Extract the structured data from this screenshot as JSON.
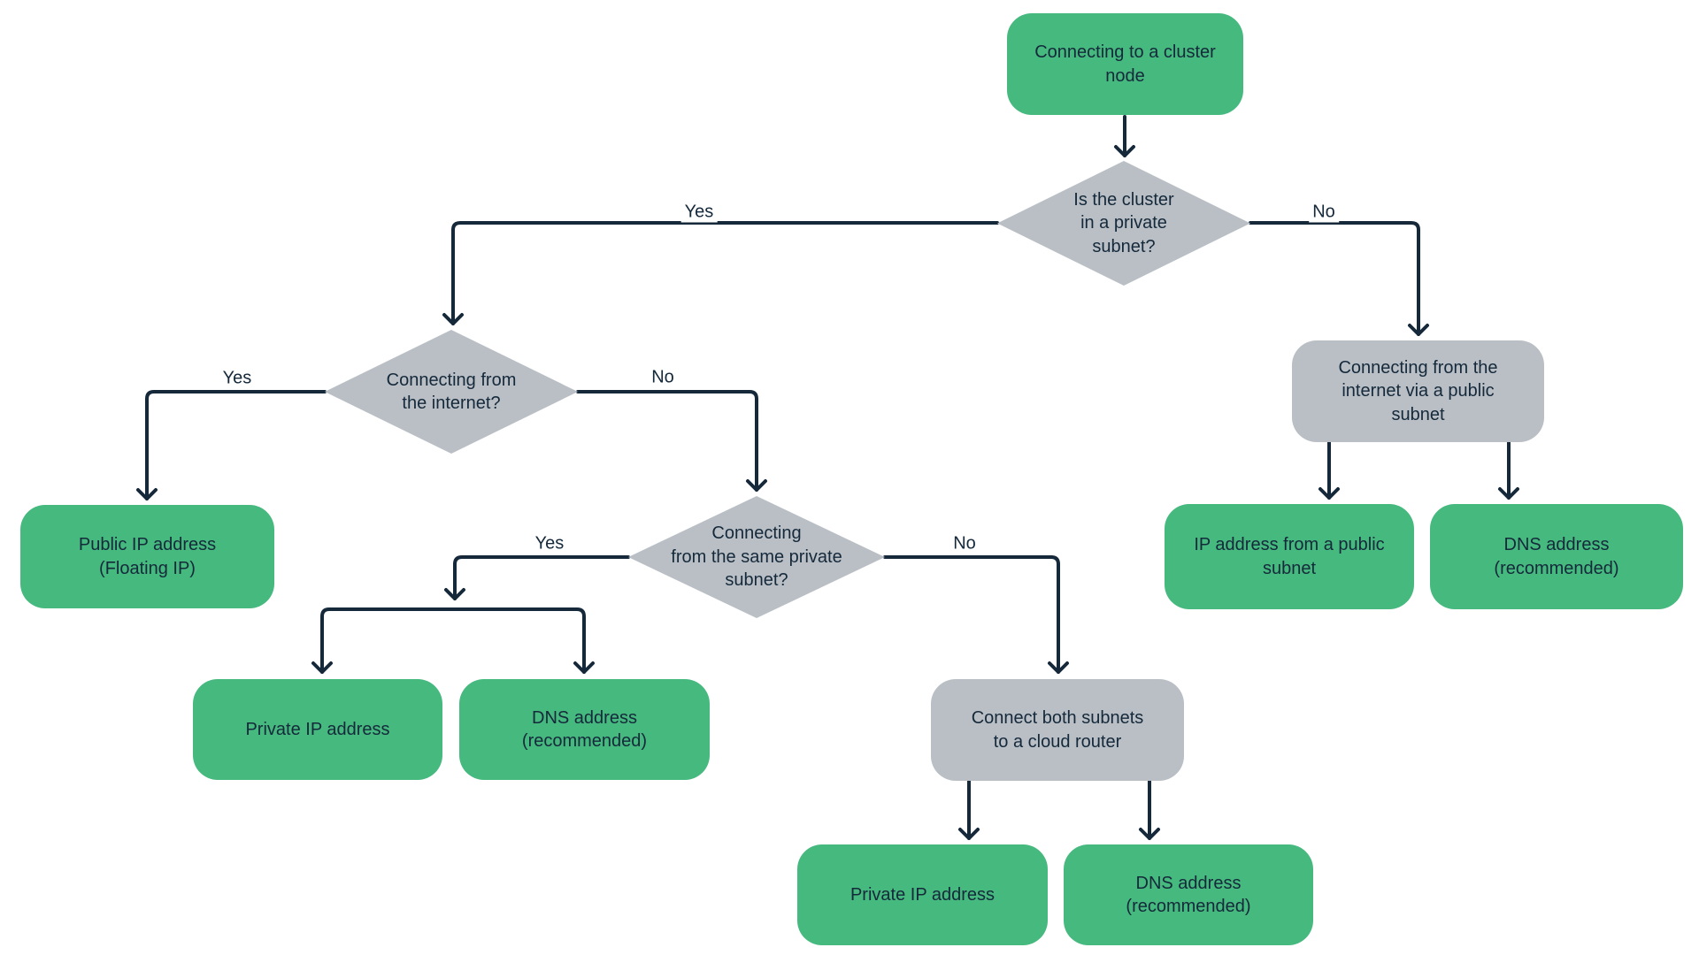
{
  "diagram": {
    "topic": "Connecting to a cluster node decision flowchart",
    "colors": {
      "terminal_green": "#45B97E",
      "decision_gray": "#B9BFC5",
      "ink_navy": "#15293B",
      "background": "#FFFFFF"
    },
    "nodes": {
      "start": {
        "label": "Connecting to a cluster\nnode",
        "type": "start"
      },
      "d1": {
        "label": "Is the cluster\nin a private\nsubnet?",
        "type": "decision"
      },
      "d2": {
        "label": "Connecting from\nthe internet?",
        "type": "decision"
      },
      "d3": {
        "label": "Connecting\nfrom the same private\nsubnet?",
        "type": "decision"
      },
      "gray_public_subnet": {
        "label": "Connecting from the\ninternet via a public\nsubnet",
        "type": "process"
      },
      "gray_cloud_router": {
        "label": "Connect both subnets\nto a cloud router",
        "type": "process"
      },
      "public_ip": {
        "label": "Public IP address\n(Floating IP)",
        "type": "result"
      },
      "ip_public_subnet": {
        "label": "IP address from a public\nsubnet",
        "type": "result"
      },
      "dns_right": {
        "label": "DNS address\n(recommended)",
        "type": "result"
      },
      "private_ip_left": {
        "label": "Private IP address",
        "type": "result"
      },
      "dns_left": {
        "label": "DNS address\n(recommended)",
        "type": "result"
      },
      "private_ip_bottom": {
        "label": "Private IP address",
        "type": "result"
      },
      "dns_bottom": {
        "label": "DNS address\n(recommended)",
        "type": "result"
      }
    },
    "edge_labels": {
      "d1_yes": "Yes",
      "d1_no": "No",
      "d2_yes": "Yes",
      "d2_no": "No",
      "d3_yes": "Yes",
      "d3_no": "No"
    }
  }
}
